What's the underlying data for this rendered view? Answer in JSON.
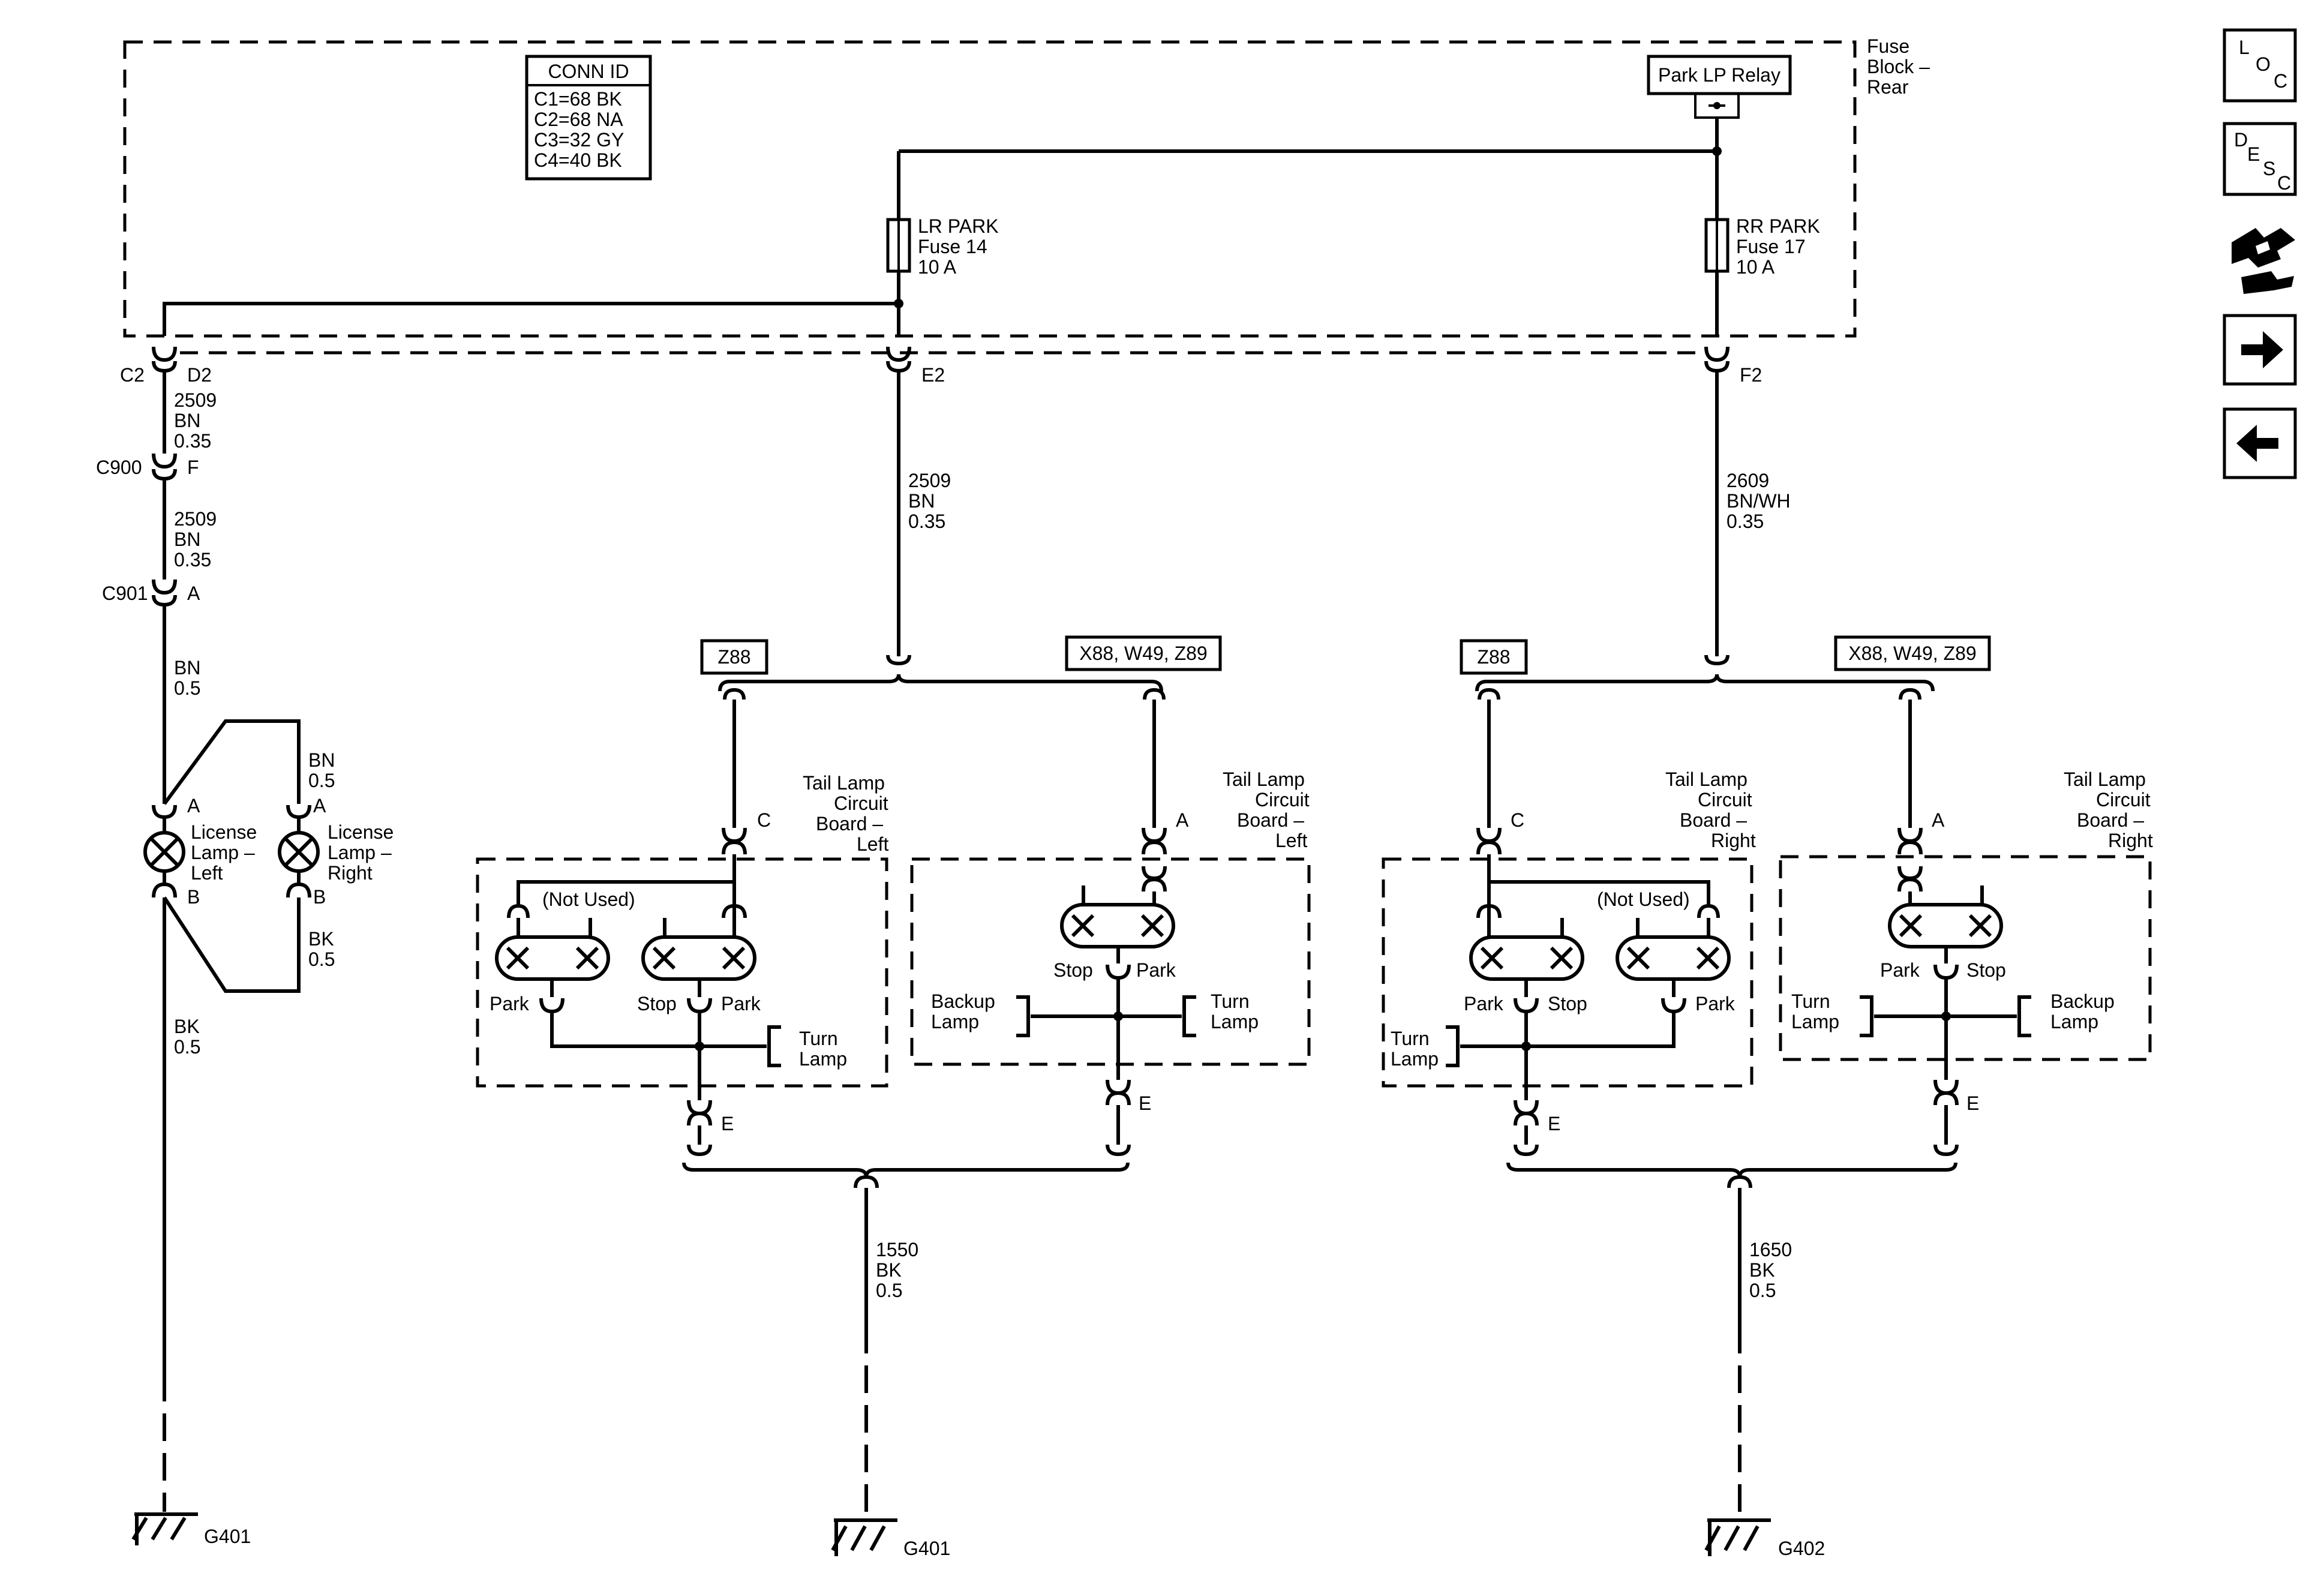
{
  "fuse_block": {
    "line1": "Fuse",
    "line2": "Block –",
    "line3": "Rear"
  },
  "conn_id": {
    "title": "CONN ID",
    "rows": [
      "C1=68 BK",
      "C2=68 NA",
      "C3=32 GY",
      "C4=40 BK"
    ]
  },
  "relay": "Park LP Relay",
  "fuse_lr": {
    "name": "LR PARK",
    "fuse": "Fuse 14",
    "rating": "10 A"
  },
  "fuse_rr": {
    "name": "RR PARK",
    "fuse": "Fuse 17",
    "rating": "10 A"
  },
  "connectors": {
    "c2": "C2",
    "d2": "D2",
    "e2": "E2",
    "f2": "F2",
    "c900": "C900",
    "c900_pin": "F",
    "c901": "C901",
    "c901_pin": "A"
  },
  "wires": {
    "w1": [
      "2509",
      "BN",
      "0.35"
    ],
    "w2": [
      "2509",
      "BN",
      "0.35"
    ],
    "w3": [
      "BN",
      "0.5"
    ],
    "w4": [
      "BN",
      "0.5"
    ],
    "w5": [
      "BK",
      "0.5"
    ],
    "w6": [
      "BK",
      "0.5"
    ],
    "w7": [
      "2509",
      "BN",
      "0.35"
    ],
    "w8": [
      "2609",
      "BN/WH",
      "0.35"
    ],
    "w9": [
      "1550",
      "BK",
      "0.5"
    ],
    "w10": [
      "1650",
      "BK",
      "0.5"
    ]
  },
  "license_left": {
    "pin_a": "A",
    "pin_b": "B",
    "name": [
      "License",
      "Lamp –",
      "Left"
    ]
  },
  "license_right": {
    "pin_a": "A",
    "pin_b": "B",
    "name": [
      "License",
      "Lamp –",
      "Right"
    ]
  },
  "options": {
    "z88": "Z88",
    "x88": "X88, W49, Z89"
  },
  "boards": {
    "ll1": [
      "Tail Lamp",
      "Circuit",
      "Board –",
      "Left"
    ],
    "ll2": [
      "Tail Lamp",
      "Circuit",
      "Board –",
      "Left"
    ],
    "rr1": [
      "Tail Lamp",
      "Circuit",
      "Board –",
      "Right"
    ],
    "rr2": [
      "Tail Lamp",
      "Circuit",
      "Board –",
      "Right"
    ]
  },
  "pins": {
    "c": "C",
    "a": "A",
    "e": "E"
  },
  "lamp_labels": {
    "not_used": "(Not Used)",
    "park": "Park",
    "stop": "Stop",
    "turn": [
      "Turn",
      "Lamp"
    ],
    "backup": [
      "Backup",
      "Lamp"
    ]
  },
  "grounds": {
    "g401a": "G401",
    "g401b": "G401",
    "g402": "G402"
  },
  "nav": {
    "loc": [
      "L",
      "O",
      "C"
    ],
    "desc": [
      "D",
      "E",
      "S",
      "C"
    ]
  }
}
